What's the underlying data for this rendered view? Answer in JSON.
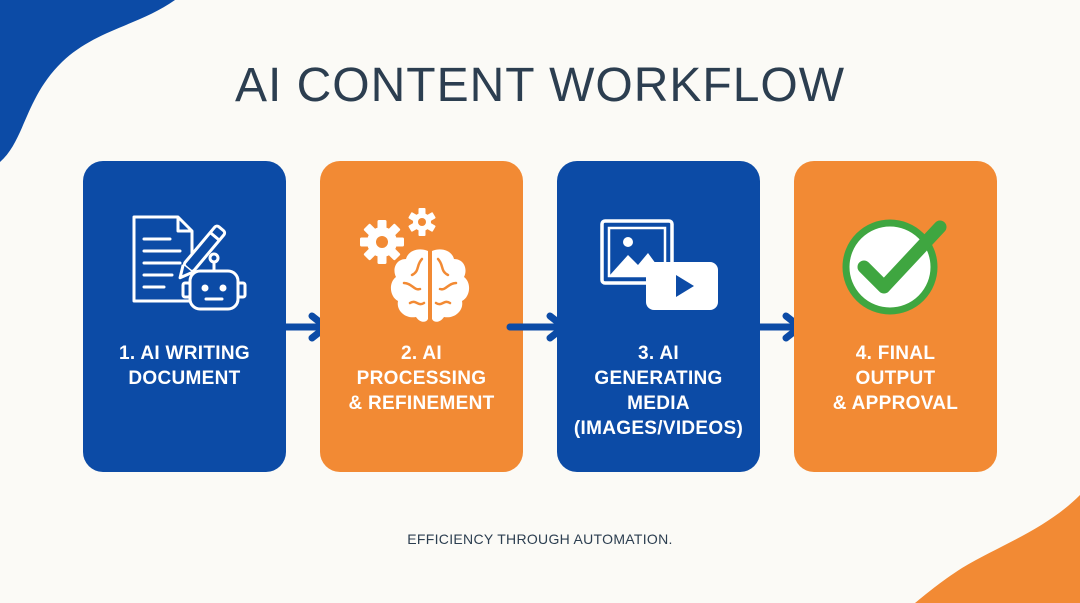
{
  "title": "AI CONTENT WORKFLOW",
  "tagline": "EFFICIENCY THROUGH AUTOMATION.",
  "colors": {
    "blue": "#0c4ba6",
    "orange": "#f28a34",
    "green": "#3fa640",
    "title_text": "#2c3e50"
  },
  "steps": [
    {
      "label": "1. AI WRITING\nDOCUMENT",
      "icon": "document-robot-icon",
      "color": "blue"
    },
    {
      "label": "2. AI\nPROCESSING\n& REFINEMENT",
      "icon": "gears-brain-icon",
      "color": "orange"
    },
    {
      "label": "3. AI\nGENERATING\nMEDIA\n(IMAGES/VIDEOS)",
      "icon": "image-video-icon",
      "color": "blue"
    },
    {
      "label": "4. FINAL\nOUTPUT\n& APPROVAL",
      "icon": "checkmark-icon",
      "color": "orange"
    }
  ],
  "connectors": [
    "arrow-right-icon",
    "arrow-right-icon",
    "arrow-right-icon"
  ]
}
